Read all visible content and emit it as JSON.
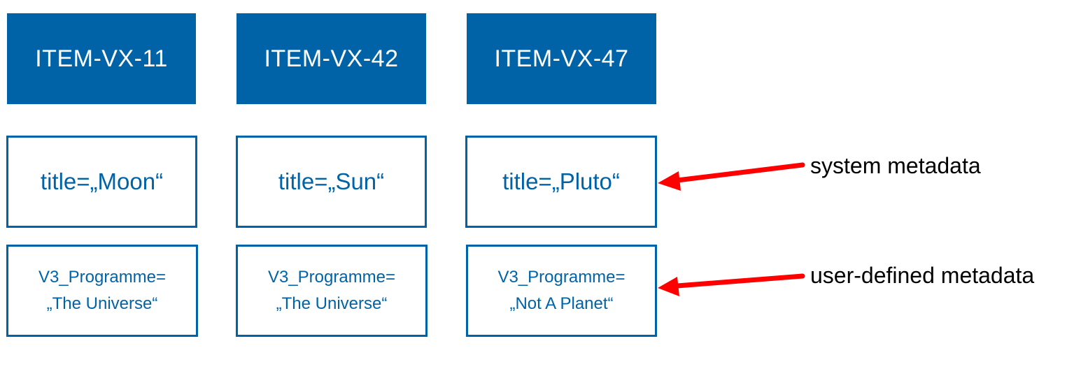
{
  "items": [
    {
      "id": "ITEM-VX-11",
      "system_metadata": "title=„Moon“",
      "user_metadata_key": "V3_Programme=",
      "user_metadata_value": "„The Universe“"
    },
    {
      "id": "ITEM-VX-42",
      "system_metadata": "title=„Sun“",
      "user_metadata_key": "V3_Programme=",
      "user_metadata_value": "„The Universe“"
    },
    {
      "id": "ITEM-VX-47",
      "system_metadata": "title=„Pluto“",
      "user_metadata_key": "V3_Programme=",
      "user_metadata_value": "„Not A Planet“"
    }
  ],
  "annotations": {
    "system": "system metadata",
    "user": "user-defined metadata"
  },
  "colors": {
    "box_blue": "#0063a7",
    "arrow_red": "#ff0000"
  }
}
